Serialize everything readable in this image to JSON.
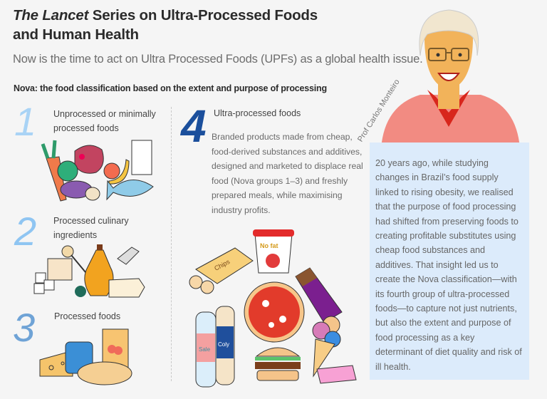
{
  "header": {
    "title_italic": "The Lancet",
    "title_rest_line1": " Series on Ultra-Processed Foods",
    "title_line2": "and Human Health",
    "subtitle": "Now is the time to act on Ultra Processed Foods (UPFs)  as a global health issue."
  },
  "nova_heading": "Nova: the food classification based on the extent and purpose of processing",
  "groups": [
    {
      "number": "1",
      "label_line1": "Unprocessed or minimally",
      "label_line2": "processed foods",
      "color": "#a9d3f5"
    },
    {
      "number": "2",
      "label_line1": "Processed culinary",
      "label_line2": "ingredients",
      "color": "#8fc5f2"
    },
    {
      "number": "3",
      "label_line1": "Processed  foods",
      "label_line2": "",
      "color": "#6fa3d6"
    },
    {
      "number": "4",
      "label_line1": "Ultra-processed foods",
      "label_line2": "",
      "color": "#1b4f9c",
      "description": "Branded products made from cheap, food-derived substances and additives, designed and marketed to displace real food (Nova groups 1–3) and freshly prepared meals, while maximising industry profits."
    }
  ],
  "illustration_labels": {
    "yogurt": "No fat",
    "chips": "Chips",
    "soda1": "Sale",
    "soda2": "Coly"
  },
  "portrait": {
    "caption": "Prof Carlos Monteiro",
    "shirt_color": "#f28b82",
    "collar_color": "#d8261c",
    "skin_color": "#f2b35a",
    "hair_color": "#f1e6cf"
  },
  "quote": "20 years ago, while studying changes in Brazil’s food supply linked to rising obesity, we realised that the purpose of food processing had shifted from preserving foods to creating profitable substitutes using cheap food substances and additives. That insight led us to create the Nova classification—with its fourth group of ultra-processed foods—to capture not just nutrients, but also the extent and purpose of food processing as a key determinant of diet quality and risk of ill health.",
  "colors": {
    "background": "#f5f5f5",
    "quote_box": "#dcebfb"
  }
}
